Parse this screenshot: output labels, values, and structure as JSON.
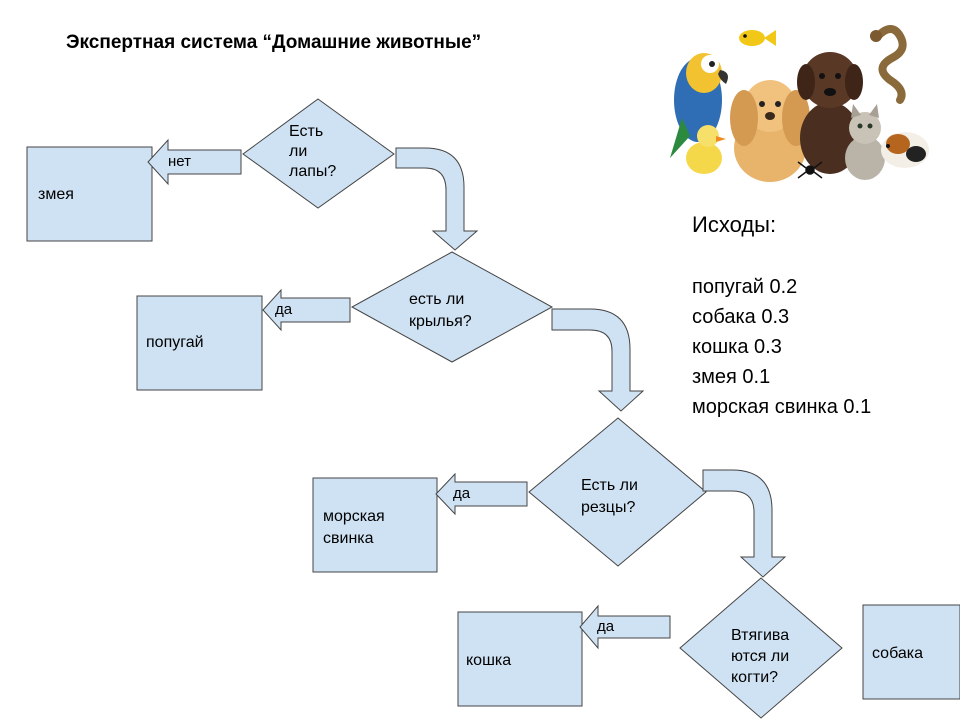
{
  "title": "Экспертная система “Домашние животные”",
  "questions": {
    "q1": [
      "Есть",
      "ли",
      "лапы?"
    ],
    "q2": [
      "есть ли",
      "крылья?"
    ],
    "q3": [
      "Есть ли",
      "резцы?"
    ],
    "q4": [
      "Втягива",
      "ются ли",
      "когти?"
    ]
  },
  "answers": {
    "a1": "нет",
    "a2": "да",
    "a3": "да",
    "a4": "да"
  },
  "animals": {
    "snake": "змея",
    "parrot": "попугай",
    "guinea_pig": [
      "морская",
      "свинка"
    ],
    "cat": "кошка",
    "dog": "собака"
  },
  "outcomes": {
    "title": "Исходы:",
    "items": [
      "попугай 0.2",
      "собака 0.3",
      "кошка 0.3",
      "змея 0.1",
      "морская свинка 0.1"
    ]
  },
  "colors": {
    "shape_fill": "#cfe2f3",
    "stroke": "#444444"
  },
  "image": {
    "name": "pets-photo-collage"
  }
}
